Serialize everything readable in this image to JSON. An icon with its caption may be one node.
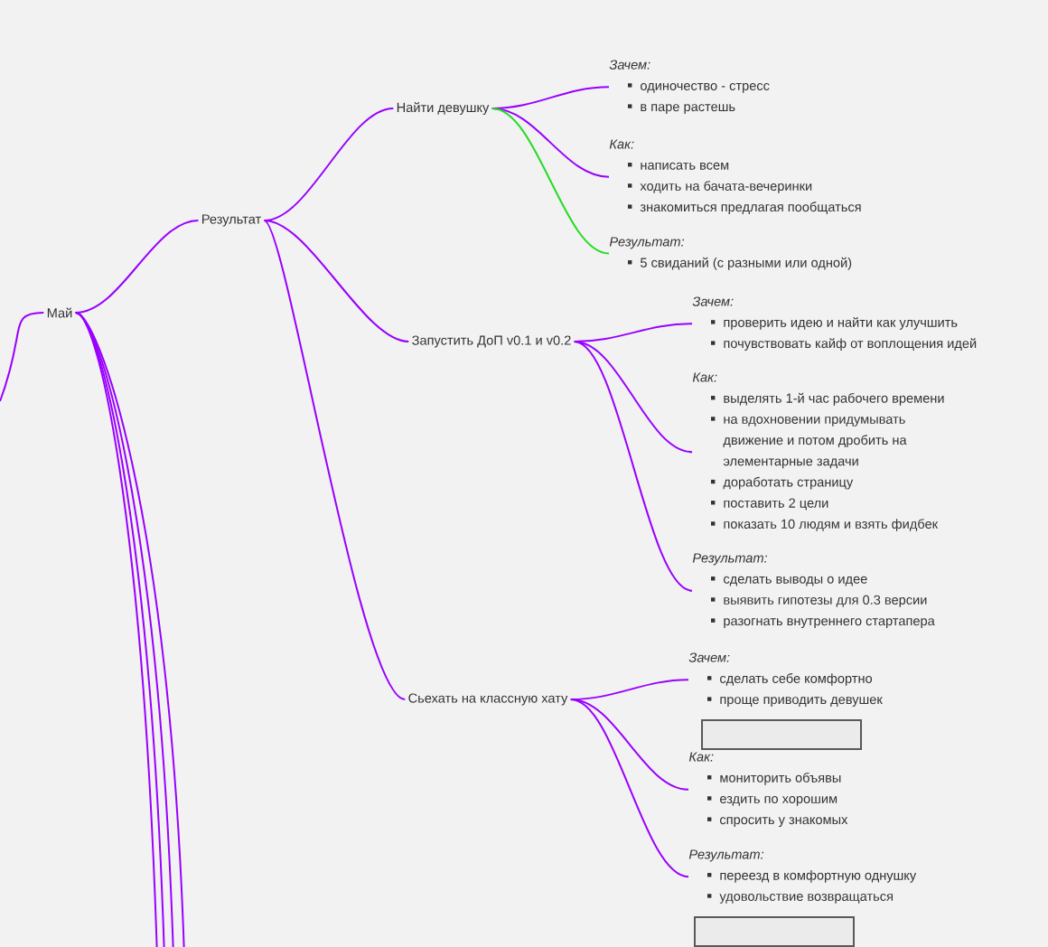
{
  "diagram": {
    "nodes": [
      {
        "text": [
          "Май"
        ]
      },
      {
        "text": [
          "Результат"
        ]
      },
      {
        "text": [
          "Найти девушку"
        ]
      },
      {
        "text": [
          "Запустить ДоП v0.1 и v0.2"
        ]
      },
      {
        "text": [
          "Сьехать на классную хату"
        ]
      },
      {
        "text": [
          "Зачем:",
          "одиночество - стресс",
          "в паре растешь"
        ]
      },
      {
        "text": [
          "Как:",
          "написать всем",
          "ходить на бачата-вечеринки",
          "знакомиться предлагая пообщаться"
        ]
      },
      {
        "text": [
          "Результат:",
          "5 свиданий (с разными или одной)"
        ]
      },
      {
        "text": [
          "Зачем:",
          "проверить идею и найти как улучшить",
          "почувствовать кайф от воплощения идей"
        ]
      },
      {
        "text": [
          "Как:",
          "выделять 1-й час рабочего времени",
          "на вдохновении придумывать движение и потом дробить на элементарные задачи",
          "доработать страницу",
          "поставить 2 цели",
          "показать 10 людям и взять фидбек"
        ]
      },
      {
        "text": [
          "Результат:",
          "сделать выводы о идее",
          "выявить гипотезы для 0.3 версии",
          "разогнать внутреннего стартапера"
        ]
      },
      {
        "text": [
          "Зачем:",
          "сделать себе комфортно",
          "проще приводить девушек"
        ]
      },
      {
        "text": [],
        "shape": "box"
      },
      {
        "text": [
          "Как:",
          "мониторить объявы",
          "ездить по хорошим",
          "спросить у знакомых"
        ]
      },
      {
        "text": [
          "Результат:",
          "переезд в комфортную однушку",
          "удовольствие возвращаться"
        ]
      },
      {
        "text": [],
        "shape": "box"
      }
    ],
    "edges": [
      {
        "from": null,
        "to": 0,
        "arrow": "none"
      },
      {
        "from": 0,
        "to": 1,
        "arrow": "none"
      },
      {
        "from": 1,
        "to": 2,
        "arrow": "none"
      },
      {
        "from": 1,
        "to": 3,
        "arrow": "none"
      },
      {
        "from": 1,
        "to": 4,
        "arrow": "none"
      },
      {
        "from": 2,
        "to": 5,
        "arrow": "none"
      },
      {
        "from": 2,
        "to": 6,
        "arrow": "none"
      },
      {
        "from": 2,
        "to": 7,
        "arrow": "none",
        "color": "#22dd22"
      },
      {
        "from": 3,
        "to": 8,
        "arrow": "none"
      },
      {
        "from": 3,
        "to": 9,
        "arrow": "none"
      },
      {
        "from": 3,
        "to": 10,
        "arrow": "none"
      },
      {
        "from": 4,
        "to": 11,
        "arrow": "none"
      },
      {
        "from": 4,
        "to": 13,
        "arrow": "none"
      },
      {
        "from": 4,
        "to": 14,
        "arrow": "none"
      },
      {
        "from": 0,
        "to": null,
        "arrow": "none"
      },
      {
        "from": 0,
        "to": null,
        "arrow": "none"
      },
      {
        "from": 0,
        "to": null,
        "arrow": "none"
      },
      {
        "from": 0,
        "to": null,
        "arrow": "none"
      }
    ]
  }
}
